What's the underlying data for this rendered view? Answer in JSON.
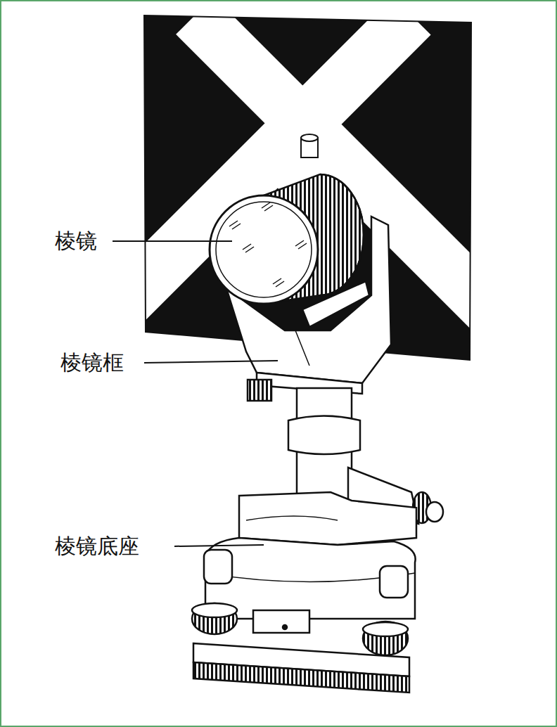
{
  "diagram": {
    "labels": [
      "棱镜",
      "棱镜框",
      "棱镜底座"
    ]
  }
}
